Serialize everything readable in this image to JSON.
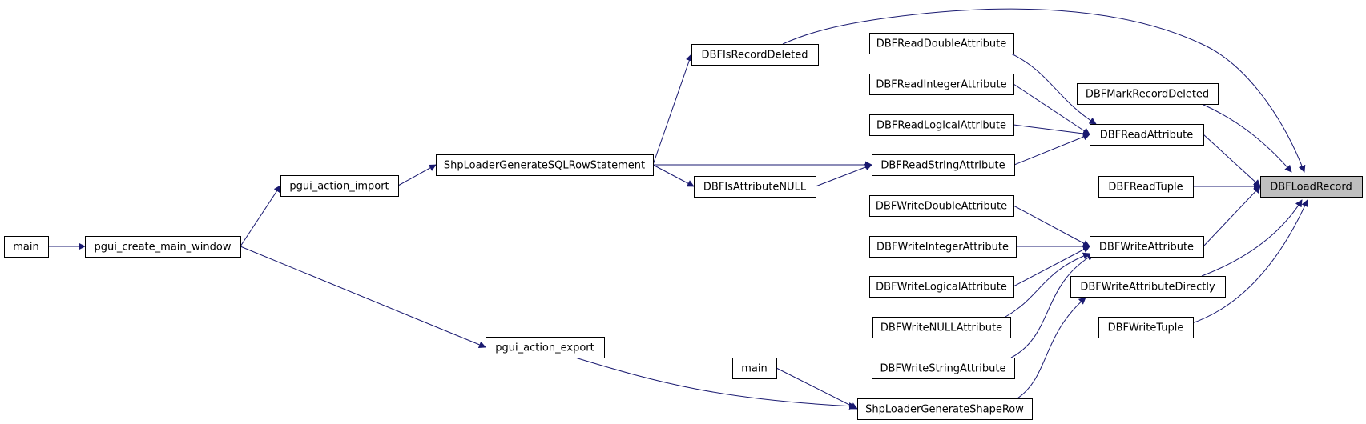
{
  "graph": {
    "title": "",
    "edge_color": "#191970",
    "highlight_fill": "#bfbfbf",
    "nodes": [
      {
        "id": "DBFLoadRecord",
        "label": "DBFLoadRecord",
        "highlight": true
      },
      {
        "id": "DBFIsRecordDeleted",
        "label": "DBFIsRecordDeleted"
      },
      {
        "id": "ShpLoaderGenerateSQLRowStatement",
        "label": "ShpLoaderGenerateSQLRowStatement"
      },
      {
        "id": "pgui_action_import",
        "label": "pgui_action_import"
      },
      {
        "id": "pgui_create_main_window",
        "label": "pgui_create_main_window"
      },
      {
        "id": "main_left",
        "label": "main"
      },
      {
        "id": "DBFReadAttribute",
        "label": "DBFReadAttribute"
      },
      {
        "id": "DBFReadDoubleAttribute",
        "label": "DBFReadDoubleAttribute"
      },
      {
        "id": "DBFReadIntegerAttribute",
        "label": "DBFReadIntegerAttribute"
      },
      {
        "id": "DBFReadLogicalAttribute",
        "label": "DBFReadLogicalAttribute"
      },
      {
        "id": "DBFReadStringAttribute",
        "label": "DBFReadStringAttribute"
      },
      {
        "id": "DBFIsAttributeNULL",
        "label": "DBFIsAttributeNULL"
      },
      {
        "id": "DBFMarkRecordDeleted",
        "label": "DBFMarkRecordDeleted"
      },
      {
        "id": "DBFReadTuple",
        "label": "DBFReadTuple"
      },
      {
        "id": "DBFWriteAttribute",
        "label": "DBFWriteAttribute"
      },
      {
        "id": "DBFWriteDoubleAttribute",
        "label": "DBFWriteDoubleAttribute"
      },
      {
        "id": "DBFWriteIntegerAttribute",
        "label": "DBFWriteIntegerAttribute"
      },
      {
        "id": "DBFWriteLogicalAttribute",
        "label": "DBFWriteLogicalAttribute"
      },
      {
        "id": "DBFWriteNULLAttribute",
        "label": "DBFWriteNULLAttribute"
      },
      {
        "id": "DBFWriteStringAttribute",
        "label": "DBFWriteStringAttribute"
      },
      {
        "id": "ShpLoaderGenerateShapeRow",
        "label": "ShpLoaderGenerateShapeRow"
      },
      {
        "id": "main_mid",
        "label": "main"
      },
      {
        "id": "pgui_action_export",
        "label": "pgui_action_export"
      },
      {
        "id": "DBFWriteAttributeDirectly",
        "label": "DBFWriteAttributeDirectly"
      },
      {
        "id": "DBFWriteTuple",
        "label": "DBFWriteTuple"
      }
    ],
    "edges": [
      {
        "from": "main_left",
        "to": "pgui_create_main_window"
      },
      {
        "from": "pgui_create_main_window",
        "to": "pgui_action_import"
      },
      {
        "from": "pgui_create_main_window",
        "to": "pgui_action_export"
      },
      {
        "from": "pgui_action_import",
        "to": "ShpLoaderGenerateSQLRowStatement"
      },
      {
        "from": "ShpLoaderGenerateSQLRowStatement",
        "to": "DBFIsRecordDeleted"
      },
      {
        "from": "ShpLoaderGenerateSQLRowStatement",
        "to": "DBFReadStringAttribute"
      },
      {
        "from": "ShpLoaderGenerateSQLRowStatement",
        "to": "DBFIsAttributeNULL"
      },
      {
        "from": "DBFIsAttributeNULL",
        "to": "DBFReadStringAttribute"
      },
      {
        "from": "DBFIsRecordDeleted",
        "to": "DBFLoadRecord"
      },
      {
        "from": "DBFReadDoubleAttribute",
        "to": "DBFReadAttribute"
      },
      {
        "from": "DBFReadIntegerAttribute",
        "to": "DBFReadAttribute"
      },
      {
        "from": "DBFReadLogicalAttribute",
        "to": "DBFReadAttribute"
      },
      {
        "from": "DBFReadStringAttribute",
        "to": "DBFReadAttribute"
      },
      {
        "from": "DBFMarkRecordDeleted",
        "to": "DBFLoadRecord"
      },
      {
        "from": "DBFReadAttribute",
        "to": "DBFLoadRecord"
      },
      {
        "from": "DBFReadTuple",
        "to": "DBFLoadRecord"
      },
      {
        "from": "DBFWriteAttribute",
        "to": "DBFLoadRecord"
      },
      {
        "from": "DBFWriteAttributeDirectly",
        "to": "DBFLoadRecord"
      },
      {
        "from": "DBFWriteTuple",
        "to": "DBFLoadRecord"
      },
      {
        "from": "DBFWriteDoubleAttribute",
        "to": "DBFWriteAttribute"
      },
      {
        "from": "DBFWriteIntegerAttribute",
        "to": "DBFWriteAttribute"
      },
      {
        "from": "DBFWriteLogicalAttribute",
        "to": "DBFWriteAttribute"
      },
      {
        "from": "DBFWriteNULLAttribute",
        "to": "DBFWriteAttribute"
      },
      {
        "from": "DBFWriteStringAttribute",
        "to": "DBFWriteAttribute"
      },
      {
        "from": "ShpLoaderGenerateShapeRow",
        "to": "DBFWriteAttributeDirectly"
      },
      {
        "from": "main_mid",
        "to": "ShpLoaderGenerateShapeRow"
      },
      {
        "from": "pgui_action_export",
        "to": "ShpLoaderGenerateShapeRow"
      }
    ]
  }
}
